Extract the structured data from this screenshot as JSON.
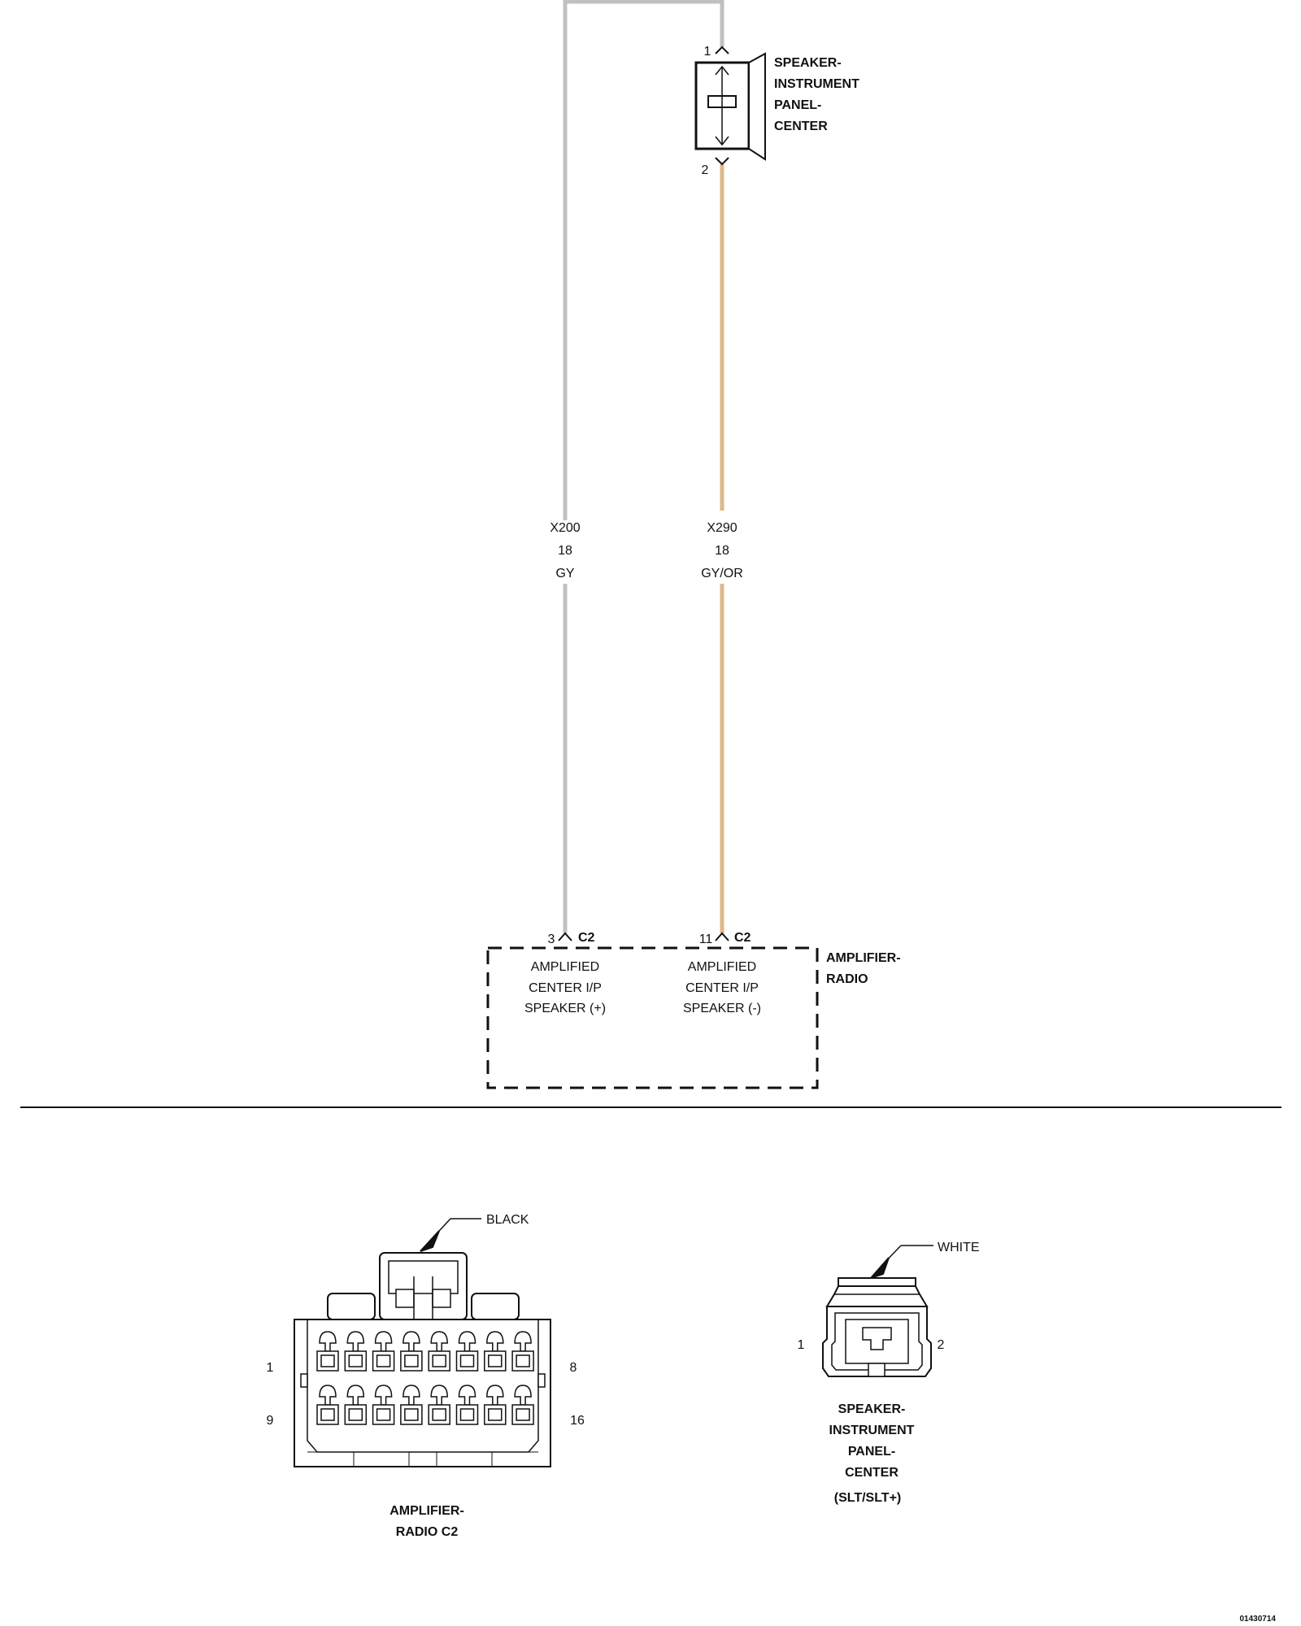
{
  "colors": {
    "wire_gray": "#c0c0c0",
    "wire_gray_orange": "#deb887",
    "outline": "#111111"
  },
  "speaker_ip": {
    "pin_top": "1",
    "pin_bottom": "2",
    "label_lines": [
      "SPEAKER-",
      "INSTRUMENT",
      "PANEL-",
      "CENTER"
    ]
  },
  "wires": [
    {
      "circuit": "X200",
      "gauge": "18",
      "color_code": "GY"
    },
    {
      "circuit": "X290",
      "gauge": "18",
      "color_code": "GY/OR"
    }
  ],
  "amplifier": {
    "label_lines": [
      "AMPLIFIER-",
      "RADIO"
    ],
    "pins": [
      {
        "pin": "3",
        "connector": "C2",
        "desc_lines": [
          "AMPLIFIED",
          "CENTER I/P",
          "SPEAKER (+)"
        ]
      },
      {
        "pin": "11",
        "connector": "C2",
        "desc_lines": [
          "AMPLIFIED",
          "CENTER I/P",
          "SPEAKER (-)"
        ]
      }
    ]
  },
  "connector_c2": {
    "color": "BLACK",
    "pin_labels": {
      "top_left": "1",
      "top_right": "8",
      "bottom_left": "9",
      "bottom_right": "16"
    },
    "title_lines": [
      "AMPLIFIER-",
      "RADIO C2"
    ]
  },
  "connector_speaker": {
    "color": "WHITE",
    "pin_labels": {
      "left": "1",
      "right": "2"
    },
    "title_lines": [
      "SPEAKER-",
      "INSTRUMENT",
      "PANEL-",
      "CENTER",
      "(SLT/SLT+)"
    ]
  },
  "figure_id": "01430714"
}
